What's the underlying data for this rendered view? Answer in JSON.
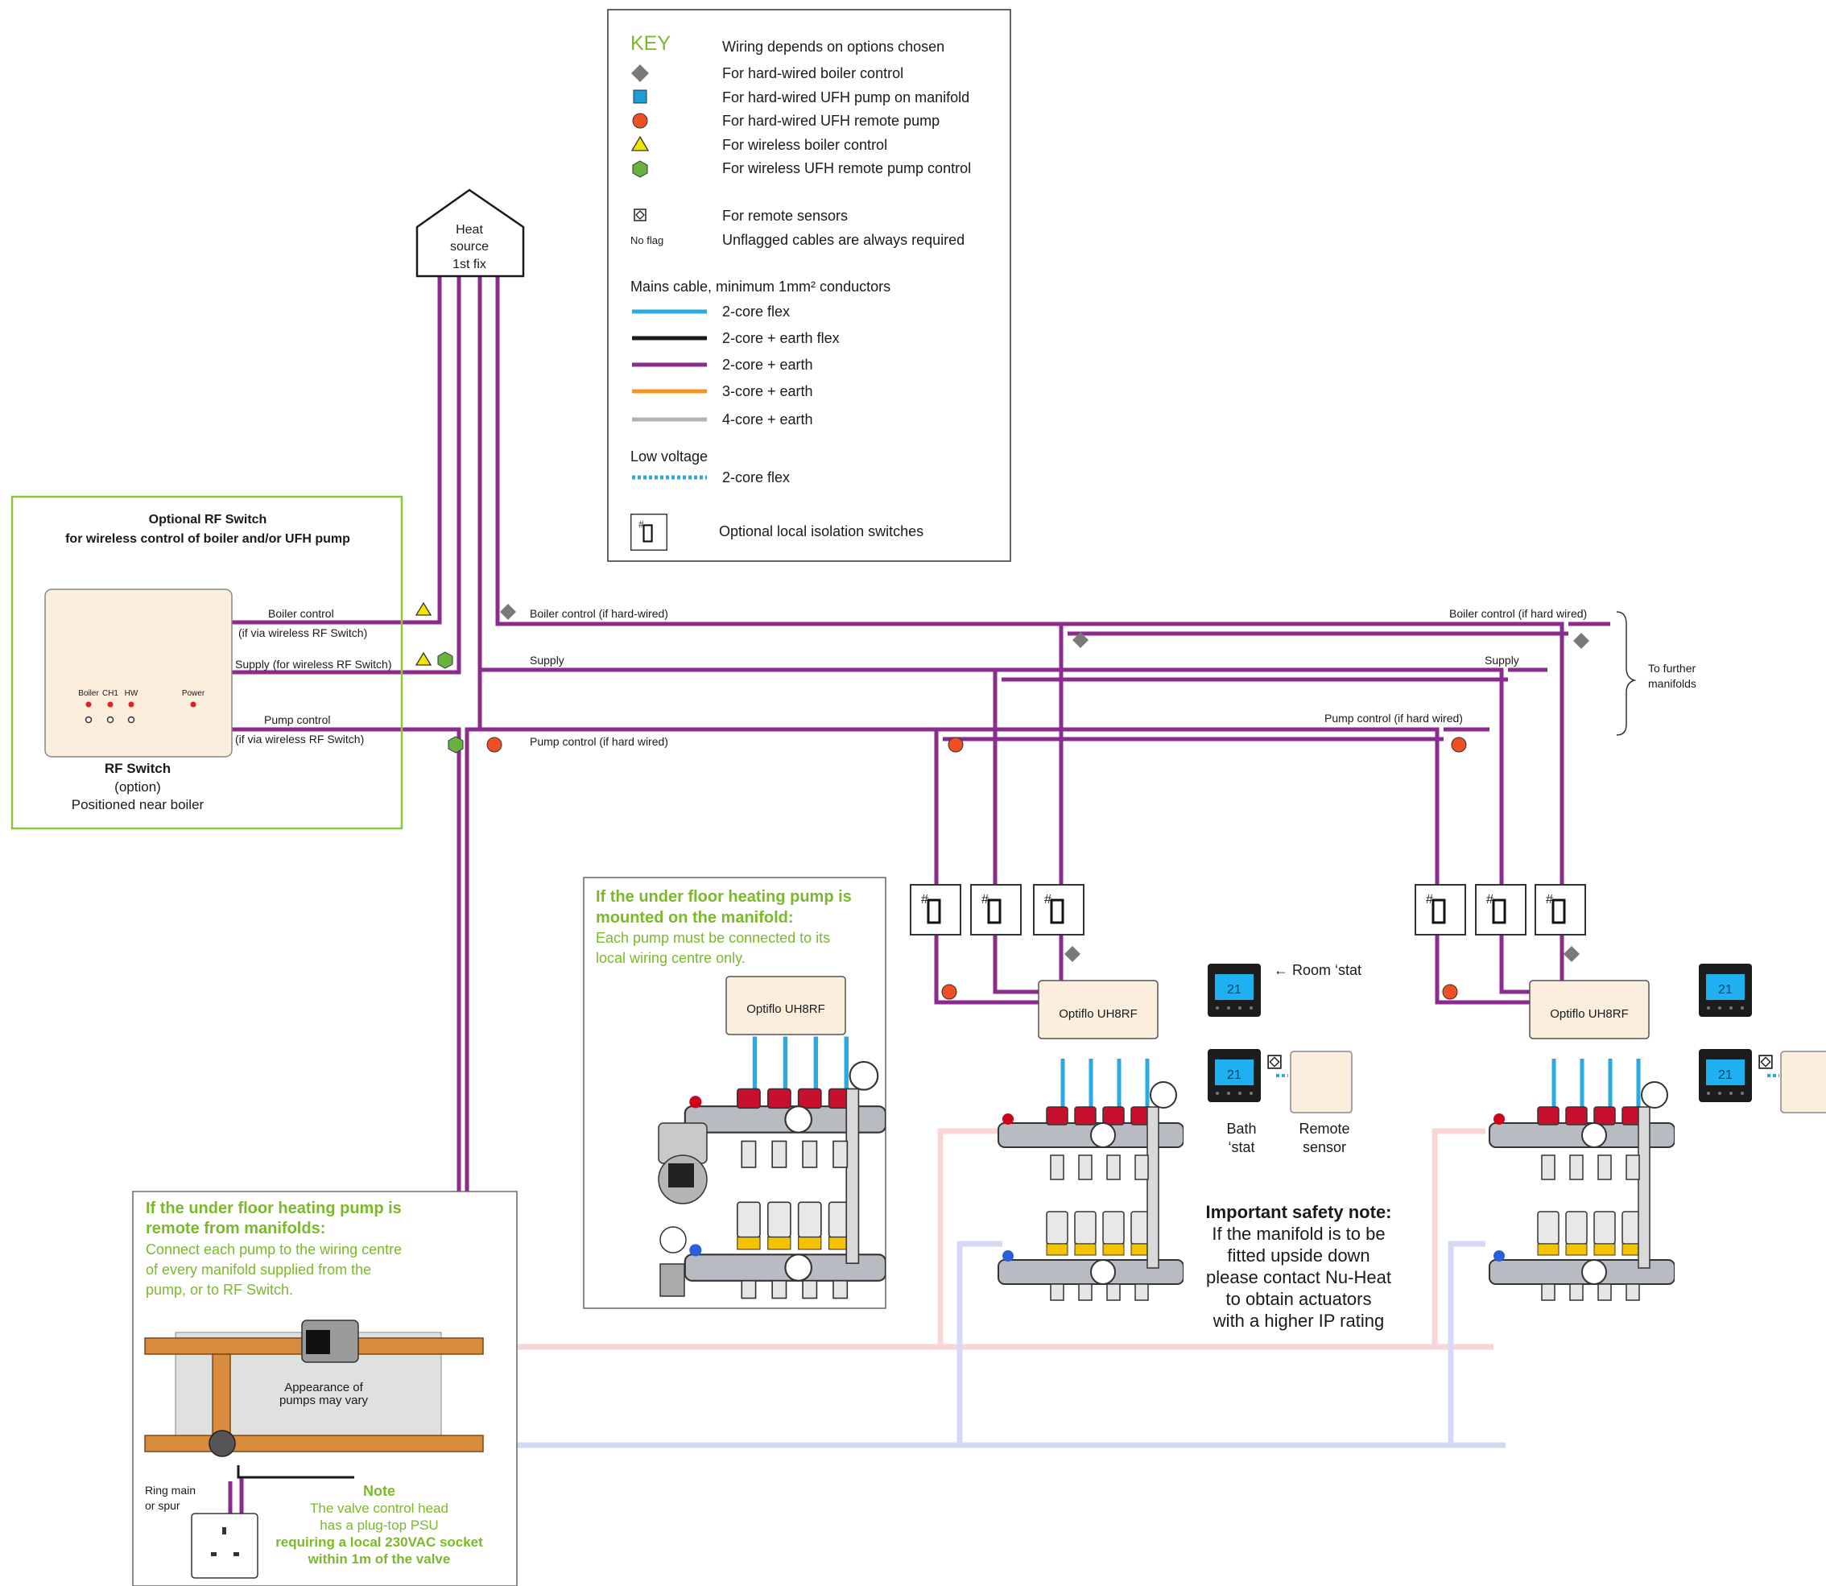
{
  "colors": {
    "purple": "#8c2b8f",
    "flex_blue": "#29abe2",
    "black": "#1a1a1a",
    "orange": "#f7941d",
    "grey": "#b3b3b3",
    "green_text": "#7ab929",
    "green_border": "#8cc63f",
    "grey_diamond": "#7a7a7a",
    "square_blue": "#1a9fd4",
    "circle_red": "#f04e23",
    "triangle_yellow": "#f2e500",
    "hex_green": "#6ab23f",
    "pink_pipe": "#f9d6d6",
    "blue_pipe": "#d6d9f5",
    "copper": "#d88b3c",
    "beige": "#fbeedd"
  },
  "key": {
    "title": "KEY",
    "intro": "Wiring depends on options chosen",
    "flag_items": [
      {
        "icon": "diamond-icon",
        "label": "For hard-wired boiler control"
      },
      {
        "icon": "blue-square-icon",
        "label": "For hard-wired UFH pump on manifold"
      },
      {
        "icon": "red-circle-icon",
        "label": "For hard-wired UFH remote pump"
      },
      {
        "icon": "yellow-triangle-icon",
        "label": "For wireless boiler control"
      },
      {
        "icon": "green-hexagon-icon",
        "label": "For wireless UFH remote pump control"
      }
    ],
    "remote_sensors": "For remote sensors",
    "no_flag_label": "No flag",
    "no_flag_text": "Unflagged cables are always required",
    "mains_title": "Mains cable, minimum 1mm² conductors",
    "cables": [
      {
        "color": "flex_blue",
        "label": "2-core flex"
      },
      {
        "color": "black",
        "label": "2-core + earth flex"
      },
      {
        "color": "purple",
        "label": "2-core + earth"
      },
      {
        "color": "orange",
        "label": "3-core + earth"
      },
      {
        "color": "grey",
        "label": "4-core + earth"
      }
    ],
    "low_voltage_title": "Low voltage",
    "low_voltage_label": "2-core flex",
    "isolation_label": "Optional local isolation switches"
  },
  "heat_source": {
    "line1": "Heat",
    "line2": "source",
    "line3": "1st fix"
  },
  "rf_box": {
    "title1": "Optional RF Switch",
    "title2": "for wireless control of boiler and/or UFH pump",
    "leds": [
      "Boiler",
      "CH1",
      "HW",
      "Power"
    ],
    "name": "RF Switch",
    "option": "(option)",
    "position": "Positioned near boiler"
  },
  "cable_labels": {
    "rf_boiler": "Boiler control",
    "rf_boiler_sub": "(if via wireless RF Switch)",
    "rf_supply": "Supply (for wireless RF Switch)",
    "rf_pump": "Pump control",
    "rf_pump_sub": "(if via wireless RF Switch)",
    "boiler_hard": "Boiler control (if hard-wired)",
    "supply": "Supply",
    "pump_hard": "Pump control (if hard wired)",
    "boiler_right": "Boiler control (if hard wired)",
    "supply_right": "Supply",
    "pump_right": "Pump control (if hard wired)",
    "further1": "To further",
    "further2": "manifolds"
  },
  "switch_symbol": "#",
  "inset_manifold_pump": {
    "title1": "If the under floor heating pump is",
    "title2": "mounted on the manifold:",
    "body1": "Each pump must be connected to its",
    "body2": "local wiring centre only.",
    "controller": "Optiflo UH8RF"
  },
  "manifold_controller": "Optiflo UH8RF",
  "thermostats": {
    "room": "← Room ‘stat",
    "bath1": "Bath",
    "bath2": "‘stat",
    "remote1": "Remote",
    "remote2": "sensor",
    "display": "21"
  },
  "safety_note": {
    "title": "Important safety note:",
    "lines": [
      "If the manifold is to be",
      "fitted upside down",
      "please contact Nu-Heat",
      "to obtain actuators",
      "with a higher IP rating"
    ]
  },
  "inset_remote_pump": {
    "title1": "If the under floor heating pump is",
    "title2": "remote from manifolds:",
    "body1": "Connect each pump to the wiring centre",
    "body2": "of every manifold supplied from the",
    "body3": "pump, or to RF Switch.",
    "appearance1": "Appearance of",
    "appearance2": "pumps may vary",
    "ring1": "Ring main",
    "ring2": "or spur",
    "note_title": "Note",
    "note1": "The valve control head",
    "note2": "has a plug-top PSU",
    "note3": "requiring a local 230VAC socket",
    "note4": "within 1m of the valve"
  }
}
